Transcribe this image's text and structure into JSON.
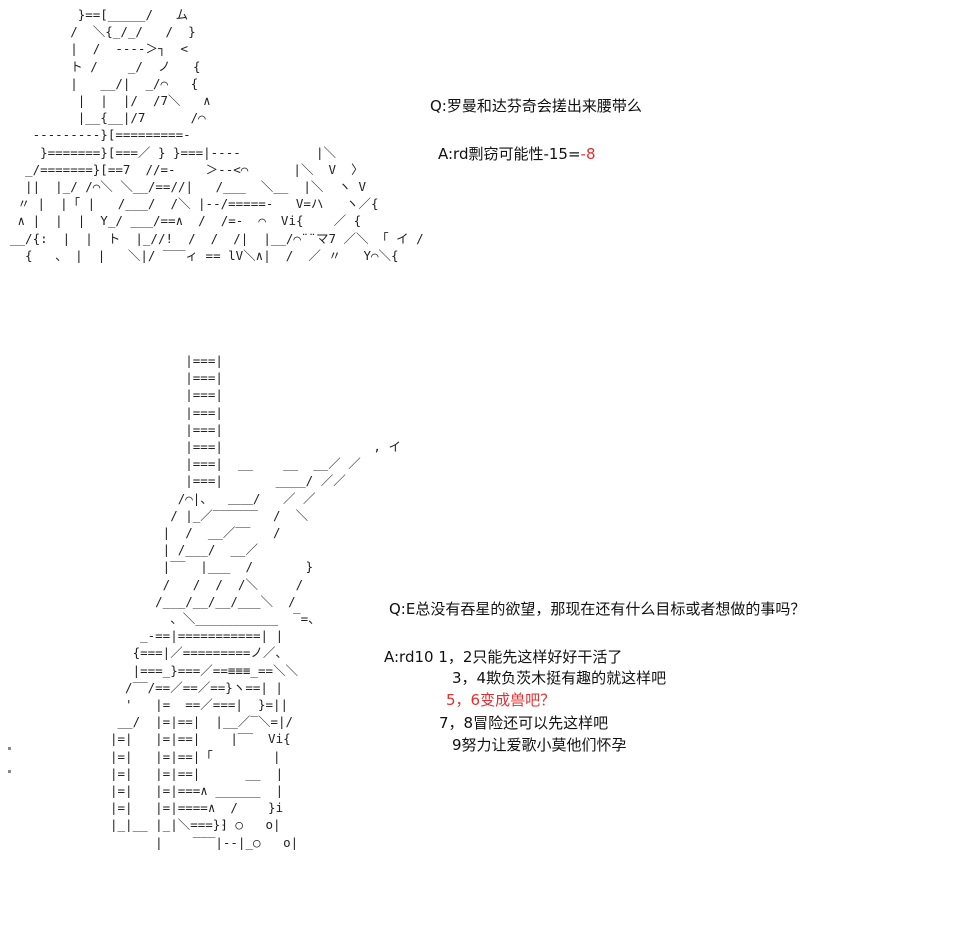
{
  "art": {
    "top": "         }==[_____/   ム\n        /  ＼{_/_/   /  }\n        |  /  ----＞┐  <\n        ト /    _/  ノ   {\n        |   __/|  _/⌒   {\n         |  |  |/  /7＼   ∧\n         |__{__|/7      /⌒\n   ---------}[=========-\n    }=======}[===／ } }===|----          |＼ \n  _/=======}[==7  //=-    ＞--<⌒      |＼  V  〉\n  ||  |_/ /⌒＼ ＼__/==//|   /___  ＼__  |＼  ヽ V\n 〃 |  |「 |   /___/  /＼ |--/=====-   V=ハ   ヽ／{\n ∧ |  |  |  Y_/ ___/==∧  /  /=-  ⌒  Vi{    ／ {\n__/{:  |  |  ト  |_//!  /  /  /|  |__/⌒¨¨マ7 ／＼ 「 イ /\n  {   、 |  |   ＼|/ ‾‾‾ィ == lV＼∧|  /  ／ 〃   Y⌒＼{",
    "bottom": "          |===|\n          |===|\n          |===|\n          |===|\n          |===|\n          |===|                    , イ\n          |===|  __    __  __／ ／\n          |===|       ____/ ／／\n         /⌒|、  ＿＿/   ／ ／\n        / |_／‾‾‾‾‾‾  /  ＼\n       |  /  __／‾‾   /\n       | /___/  __／\n       |‾‾  |___  /       }\n       /   /  /  /＼     /\n      /___/__/__/___＼  /\n        、＼___________  ‾=、\n    _-==|===========| |\n   {===|／=========ノ／、\n   |===_}===／==≡≡≡_==＼＼\n  /‾‾/==／==／==}ヽ==| |\n  '   |=  ==／===|  }=||\n __/  |=|==|  |__／‾＼=|/\n|=|   |=|==|    |‾‾  Vi{\n|=|   |=|==|「        |\n|=|   |=|==|      __  |\n|=|   |=|===∧ ______  |\n|=|   |=|====∧  /    }i\n|_|__ |_|＼===}⁆ ○   o|\n      |    ‾‾‾|--|_○   o|"
  },
  "dialogue": {
    "q1": "Q:罗曼和达芬奇会搓出来腰带么",
    "a1_prefix": "A:rd剽窃可能性-15=",
    "a1_result": "-8",
    "q2": "Q:E总没有吞星的欲望，那现在还有什么目标或者想做的事吗？",
    "a2": [
      "A:rd10 1，2只能先这样好好干活了",
      "3，4欺负茨木挺有趣的就这样吧",
      "5，6变成兽吧？",
      "7，8冒险还可以先这样吧",
      "9努力让爱歌小莫他们怀孕"
    ]
  },
  "colors": {
    "highlight": "#e23030",
    "text": "#111111",
    "art": "#222222"
  }
}
